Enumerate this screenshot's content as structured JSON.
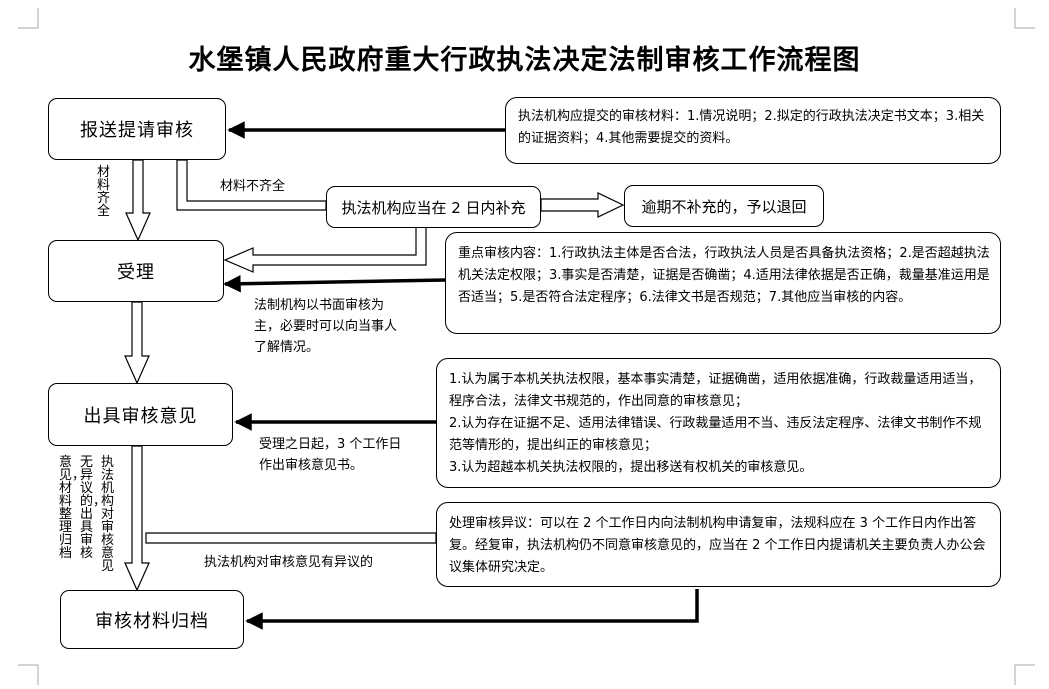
{
  "title": "水堡镇人民政府重大行政执法决定法制审核工作流程图",
  "steps": {
    "submit": "报送提请审核",
    "accept": "受理",
    "opinion": "出具审核意见",
    "archive": "审核材料归档"
  },
  "middle": {
    "supplement": "执法机构应当在 2 日内补充",
    "overdue": "逾期不补充的，予以退回"
  },
  "notes": {
    "materials": "执法机构应提交的审核材料：1.情况说明；2.拟定的行政执法决定书文本；3.相关的证据资料；4.其他需要提交的资料。",
    "review": "重点审核内容：1.行政执法主体是否合法，行政执法人员是否具备执法资格；2.是否超越执法机关法定权限；3.事实是否清楚，证据是否确凿；4.适用法律依据是否正确，裁量基准运用是否适当；5.是否符合法定程序；6.法律文书是否规范；7.其他应当审核的内容。",
    "opinions": [
      "1.认为属于本机关执法权限，基本事实清楚，证据确凿，适用依据准确，行政裁量适用适当，程序合法，法律文书规范的，作出同意的审核意见；",
      "2.认为存在证据不足、适用法律错误、行政裁量适用不当、违反法定程序、法律文书制作不规范等情形的，提出纠正的审核意见；",
      "3.认为超越本机关执法权限的，提出移送有权机关的审核意见。"
    ],
    "objection": "处理审核异议：可以在 2 个工作日内向法制机构申请复审，法规科应在 3 个工作日内作出答复。经复审，执法机构仍不同意审核意见的，应当在 2 个工作日内提请机关主要负责人办公会议集体研究决定。"
  },
  "labels": {
    "complete": "材料齐全",
    "incomplete": "材料不齐全",
    "written_review": "法制机构以书面审核为主，必要时可以向当事人了解情况。",
    "deadline": "受理之日起，3 个工作日作出审核意见书。",
    "col_a": "执法机构对审核意见",
    "col_b": "无异议的，出具审核",
    "col_c": "意见，材料整理归档",
    "has_objection": "执法机构对审核意见有异议的"
  }
}
